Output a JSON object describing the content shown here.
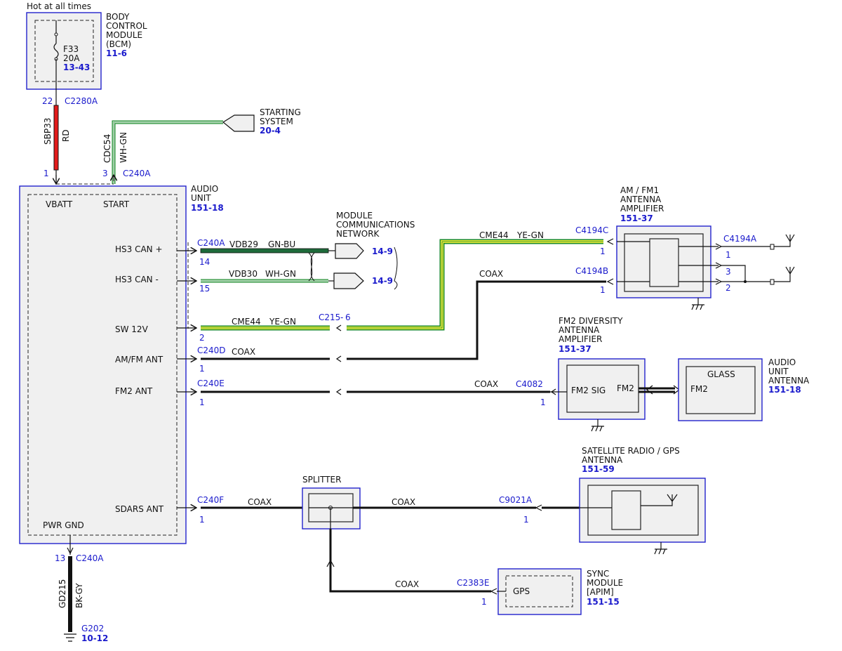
{
  "hot_label": "Hot at all times",
  "bcm": {
    "name_lines": [
      "BODY",
      "CONTROL",
      "MODULE",
      "(BCM)"
    ],
    "ref": "11-6",
    "fuse": "F33",
    "fuse_rating": "20A",
    "fuse_ref": "13-43"
  },
  "c2280a": {
    "pin": "22",
    "connector": "C2280A"
  },
  "sbp33": {
    "circuit": "SBP33",
    "color": "RD",
    "hex": "#e31b1b"
  },
  "cdc54": {
    "circuit": "CDC54",
    "color": "WH-GN"
  },
  "starting_system": {
    "lines": [
      "STARTING",
      "SYSTEM"
    ],
    "ref": "20-4"
  },
  "c240a_top": {
    "pin_vbatt": "1",
    "pin_start": "3",
    "connector": "C240A"
  },
  "audio_unit": {
    "name_lines": [
      "AUDIO",
      "UNIT"
    ],
    "ref": "151-18",
    "vbatt": "VBATT",
    "start": "START",
    "hs3_can_plus": "HS3 CAN +",
    "hs3_can_minus": "HS3 CAN -",
    "sw12v": "SW 12V",
    "amfm_ant": "AM/FM ANT",
    "fm2_ant": "FM2 ANT",
    "sdars_ant": "SDARS ANT",
    "pwr_gnd": "PWR GND"
  },
  "mcn": {
    "lines": [
      "MODULE",
      "COMMUNICATIONS",
      "NETWORK"
    ],
    "ref_plus": "14-9",
    "ref_minus": "14-9"
  },
  "vdb29": {
    "connector": "C240A",
    "pin": "14",
    "circuit": "VDB29",
    "color": "GN-BU",
    "hex": "#1e6b3a"
  },
  "vdb30": {
    "pin": "15",
    "circuit": "VDB30",
    "color": "WH-GN"
  },
  "sw12v_wire": {
    "pin": "2",
    "circuit": "CME44",
    "color": "YE-GN",
    "connector": "C215",
    "connector_pin": "6"
  },
  "cme44_upper": {
    "circuit": "CME44",
    "color": "YE-GN",
    "connector": "C4194C",
    "pin": "1"
  },
  "coax_upper": {
    "label": "COAX",
    "connector": "C4194B",
    "pin": "1"
  },
  "amfm_wire": {
    "connector": "C240D",
    "pin": "1",
    "label": "COAX"
  },
  "fm2_wire": {
    "connector": "C240E",
    "pin": "1",
    "label": "COAX",
    "end_connector": "C4082",
    "end_pin": "1"
  },
  "sdars_wire": {
    "connector": "C240F",
    "pin": "1",
    "label": "COAX"
  },
  "amfm_amp": {
    "lines": [
      "AM / FM1",
      "ANTENNA",
      "AMPLIFIER"
    ],
    "ref": "151-37",
    "out_connector": "C4194A",
    "pins": [
      "1",
      "3",
      "2"
    ]
  },
  "fm2_amp": {
    "lines": [
      "FM2 DIVERSITY",
      "ANTENNA",
      "AMPLIFIER"
    ],
    "ref": "151-37",
    "sig": "FM2 SIG",
    "out": "FM2"
  },
  "audio_antenna": {
    "lines": [
      "AUDIO",
      "UNIT",
      "ANTENNA"
    ],
    "ref": "151-18",
    "glass": "GLASS",
    "fm2": "FM2"
  },
  "splitter": {
    "label": "SPLITTER",
    "coax_right": "COAX",
    "coax_bottom": "COAX"
  },
  "sat_antenna": {
    "lines": [
      "SATELLITE RADIO / GPS",
      "ANTENNA"
    ],
    "ref": "151-59",
    "connector": "C9021A",
    "pin": "1"
  },
  "sync": {
    "lines": [
      "SYNC",
      "MODULE",
      "[APIM]"
    ],
    "ref": "151-15",
    "gps": "GPS",
    "connector": "C2383E",
    "pin": "1"
  },
  "ground": {
    "pin": "13",
    "connector": "C240A",
    "circuit": "GD215",
    "color": "BK-GY",
    "hex": "#111111",
    "ground_point": "G202",
    "ref": "10-12"
  }
}
